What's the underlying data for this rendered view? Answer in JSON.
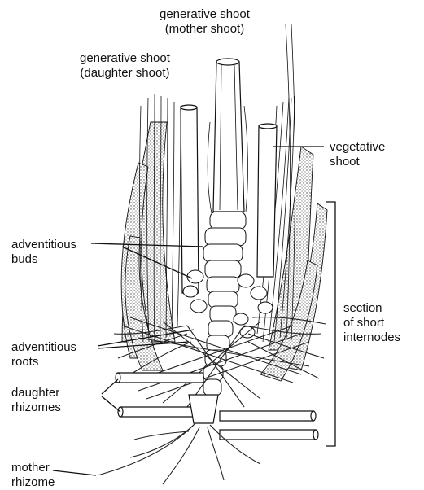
{
  "labels": {
    "generative_mother": [
      "generative shoot",
      "(mother shoot)"
    ],
    "generative_daughter": [
      "generative shoot",
      "(daughter shoot)"
    ],
    "vegetative": [
      "vegetative",
      "shoot"
    ],
    "adventitious_buds": [
      "adventitious",
      "buds"
    ],
    "section_internodes": [
      "section",
      "of short",
      "internodes"
    ],
    "adventitious_roots": [
      "adventitious",
      "roots"
    ],
    "daughter_rhizomes": [
      "daughter",
      "rhizomes"
    ],
    "mother_rhizome": [
      "mother",
      "rhizome"
    ]
  },
  "colors": {
    "ink": "#111111",
    "background": "#ffffff"
  }
}
